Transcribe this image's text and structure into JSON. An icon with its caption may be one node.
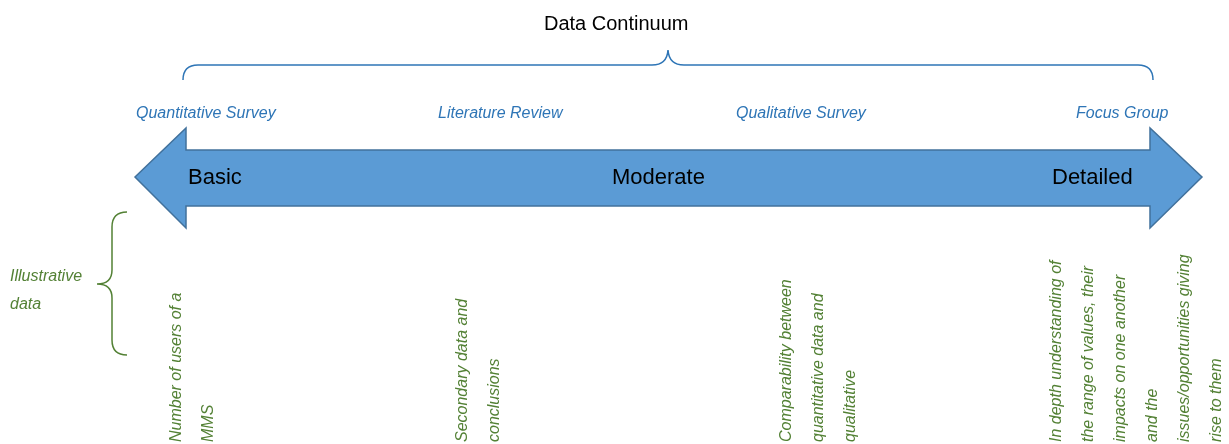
{
  "diagram": {
    "title": "Data Continuum",
    "nodes": [
      {
        "text": [
          "Basic",
          "Moderate",
          "Detailed"
        ]
      }
    ],
    "edges": [],
    "labels": [
      "Quantitative Survey",
      "Literature Review",
      "Qualitative Survey",
      "Focus Group",
      "Illustrative data",
      "Number of users of a MMS",
      "Secondary data and conclusions",
      "Comparability between quantitative data and qualitative",
      "In depth understanding of the range of values, their impacts on one another and the issues/opportunities giving rise to them"
    ]
  }
}
